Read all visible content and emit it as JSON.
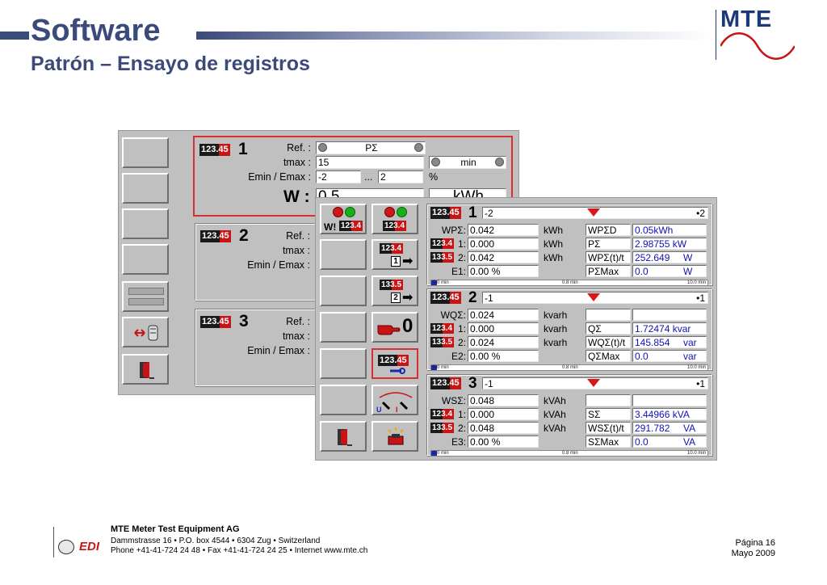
{
  "header": {
    "title": "Software",
    "subtitle": "Patrón – Ensayo de registros",
    "logo": "MTE"
  },
  "back_window": {
    "groups": [
      {
        "badge": "123.45",
        "num": "1",
        "ref_label": "Ref. :",
        "ref_value": "PΣ",
        "tmax_label": "tmax :",
        "tmax_value": "15",
        "tmax_unit": "min",
        "emin_label": "Emin / Emax :",
        "emin_value": "-2",
        "emin_sep": "...",
        "emax_value": "2",
        "emin_unit": "%",
        "result_label": "W :",
        "result_value": "0.5",
        "result_unit": "kWh"
      },
      {
        "badge": "123.45",
        "num": "2",
        "ref_label": "Ref. :",
        "tmax_label": "tmax :",
        "emin_label": "Emin / Emax :"
      },
      {
        "badge": "123.45",
        "num": "3",
        "ref_label": "Ref. :",
        "tmax_label": "tmax :",
        "emin_label": "Emin / Emax :"
      }
    ]
  },
  "front_window": {
    "toolbar": {
      "w_label": "W!",
      "badge": "123.4",
      "badge_b": "133.5",
      "icon_num_1": "1",
      "icon_num_2": "2",
      "zero": "0",
      "tool_badge": "123.45",
      "u_label": "U",
      "i_label": "I"
    },
    "panels": [
      {
        "badge": "123.45",
        "num": "1",
        "top_value": "-2",
        "top_right": "•2",
        "rows": [
          {
            "label": "WPΣ:",
            "value": "0.042",
            "unit": "kWh",
            "right_label": "WPΣD",
            "right_value": "0.05kWh",
            "right_unit": ""
          },
          {
            "badge": "123.4",
            "label": "1:",
            "value": "0.000",
            "unit": "kWh",
            "right_label": "PΣ",
            "right_value": "2.98755 kW",
            "right_unit": ""
          },
          {
            "badge": "133.5",
            "label": "2:",
            "value": "0.042",
            "unit": "kWh",
            "right_label": "WPΣ(t)/t",
            "right_value": "252.649",
            "right_unit": "W"
          },
          {
            "label": "E1:",
            "value": "0.00 %",
            "unit": "",
            "right_label": "PΣMax",
            "right_value": "0.0",
            "right_unit": "W"
          }
        ],
        "progress": {
          "start": "0.0 min",
          "mid": "0.8 min",
          "end": "10.0 min",
          "fraction": 0.02
        }
      },
      {
        "badge": "123.45",
        "num": "2",
        "top_value": "-1",
        "top_right": "•1",
        "rows": [
          {
            "label": "WQΣ:",
            "value": "0.024",
            "unit": "kvarh",
            "right_label": "",
            "right_value": "",
            "right_unit": ""
          },
          {
            "badge": "123.4",
            "label": "1:",
            "value": "0.000",
            "unit": "kvarh",
            "right_label": "QΣ",
            "right_value": "1.72474 kvar",
            "right_unit": ""
          },
          {
            "badge": "133.5",
            "label": "2:",
            "value": "0.024",
            "unit": "kvarh",
            "right_label": "WQΣ(t)/t",
            "right_value": "145.854",
            "right_unit": "var"
          },
          {
            "label": "E2:",
            "value": "0.00 %",
            "unit": "",
            "right_label": "QΣMax",
            "right_value": "0.0",
            "right_unit": "var"
          }
        ],
        "progress": {
          "start": "0.0 min",
          "mid": "0.8 min",
          "end": "10.0 min",
          "fraction": 0.02
        }
      },
      {
        "badge": "123.45",
        "num": "3",
        "top_value": "-1",
        "top_right": "•1",
        "rows": [
          {
            "label": "WSΣ:",
            "value": "0.048",
            "unit": "kVAh",
            "right_label": "",
            "right_value": "",
            "right_unit": ""
          },
          {
            "badge": "123.4",
            "label": "1:",
            "value": "0.000",
            "unit": "kVAh",
            "right_label": "SΣ",
            "right_value": "3.44966 kVA",
            "right_unit": ""
          },
          {
            "badge": "133.5",
            "label": "2:",
            "value": "0.048",
            "unit": "kVAh",
            "right_label": "WSΣ(t)/t",
            "right_value": "291.782",
            "right_unit": "VA"
          },
          {
            "label": "E3:",
            "value": "0.00 %",
            "unit": "",
            "right_label": "SΣMax",
            "right_value": "0.0",
            "right_unit": "VA"
          }
        ],
        "progress": {
          "start": "0.0 min",
          "mid": "0.8 min",
          "end": "10.0 min",
          "fraction": 0.02
        }
      }
    ]
  },
  "footer": {
    "company": "MTE Meter Test Equipment AG",
    "address": "Dammstrasse 16 • P.O. box 4544 • 6304 Zug • Switzerland",
    "contact": "Phone +41-41-724 24 48 • Fax +41-41-724 24 25 • Internet www.mte.ch",
    "edi": "EDI",
    "page": "Página 16",
    "date": "Mayo 2009"
  },
  "colors": {
    "accent": "#3a4a7a",
    "highlight": "#d83030",
    "value_blue": "#1010b8",
    "window_grey": "#c0c0c0"
  }
}
